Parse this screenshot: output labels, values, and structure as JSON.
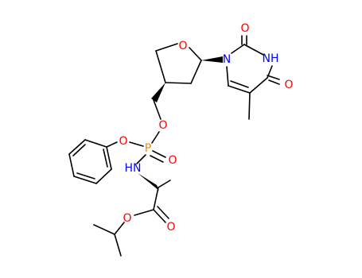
{
  "colors": {
    "oxygen": "#ff0000",
    "nitrogen": "#0000ff",
    "phosphorus": "#ff8000",
    "carbon": "#000000"
  },
  "atoms": {
    "ring_o": {
      "label": "O",
      "color": "#ff0000"
    },
    "n1": {
      "label": "N",
      "color": "#0000ff"
    },
    "c2_o": {
      "label": "O",
      "color": "#ff0000"
    },
    "n3": {
      "label": "NH",
      "color": "#0000ff"
    },
    "c4_o": {
      "label": "O",
      "color": "#ff0000"
    },
    "ether_o": {
      "label": "O",
      "color": "#ff0000"
    },
    "p": {
      "label": "P",
      "color": "#ff8000"
    },
    "p_o_phenyl": {
      "label": "O",
      "color": "#ff0000"
    },
    "p_double_o": {
      "label": "O",
      "color": "#ff0000"
    },
    "nh": {
      "label": "HN",
      "color": "#0000ff"
    },
    "ester_o": {
      "label": "O",
      "color": "#ff0000"
    },
    "carbonyl_o": {
      "label": "O",
      "color": "#ff0000"
    }
  }
}
